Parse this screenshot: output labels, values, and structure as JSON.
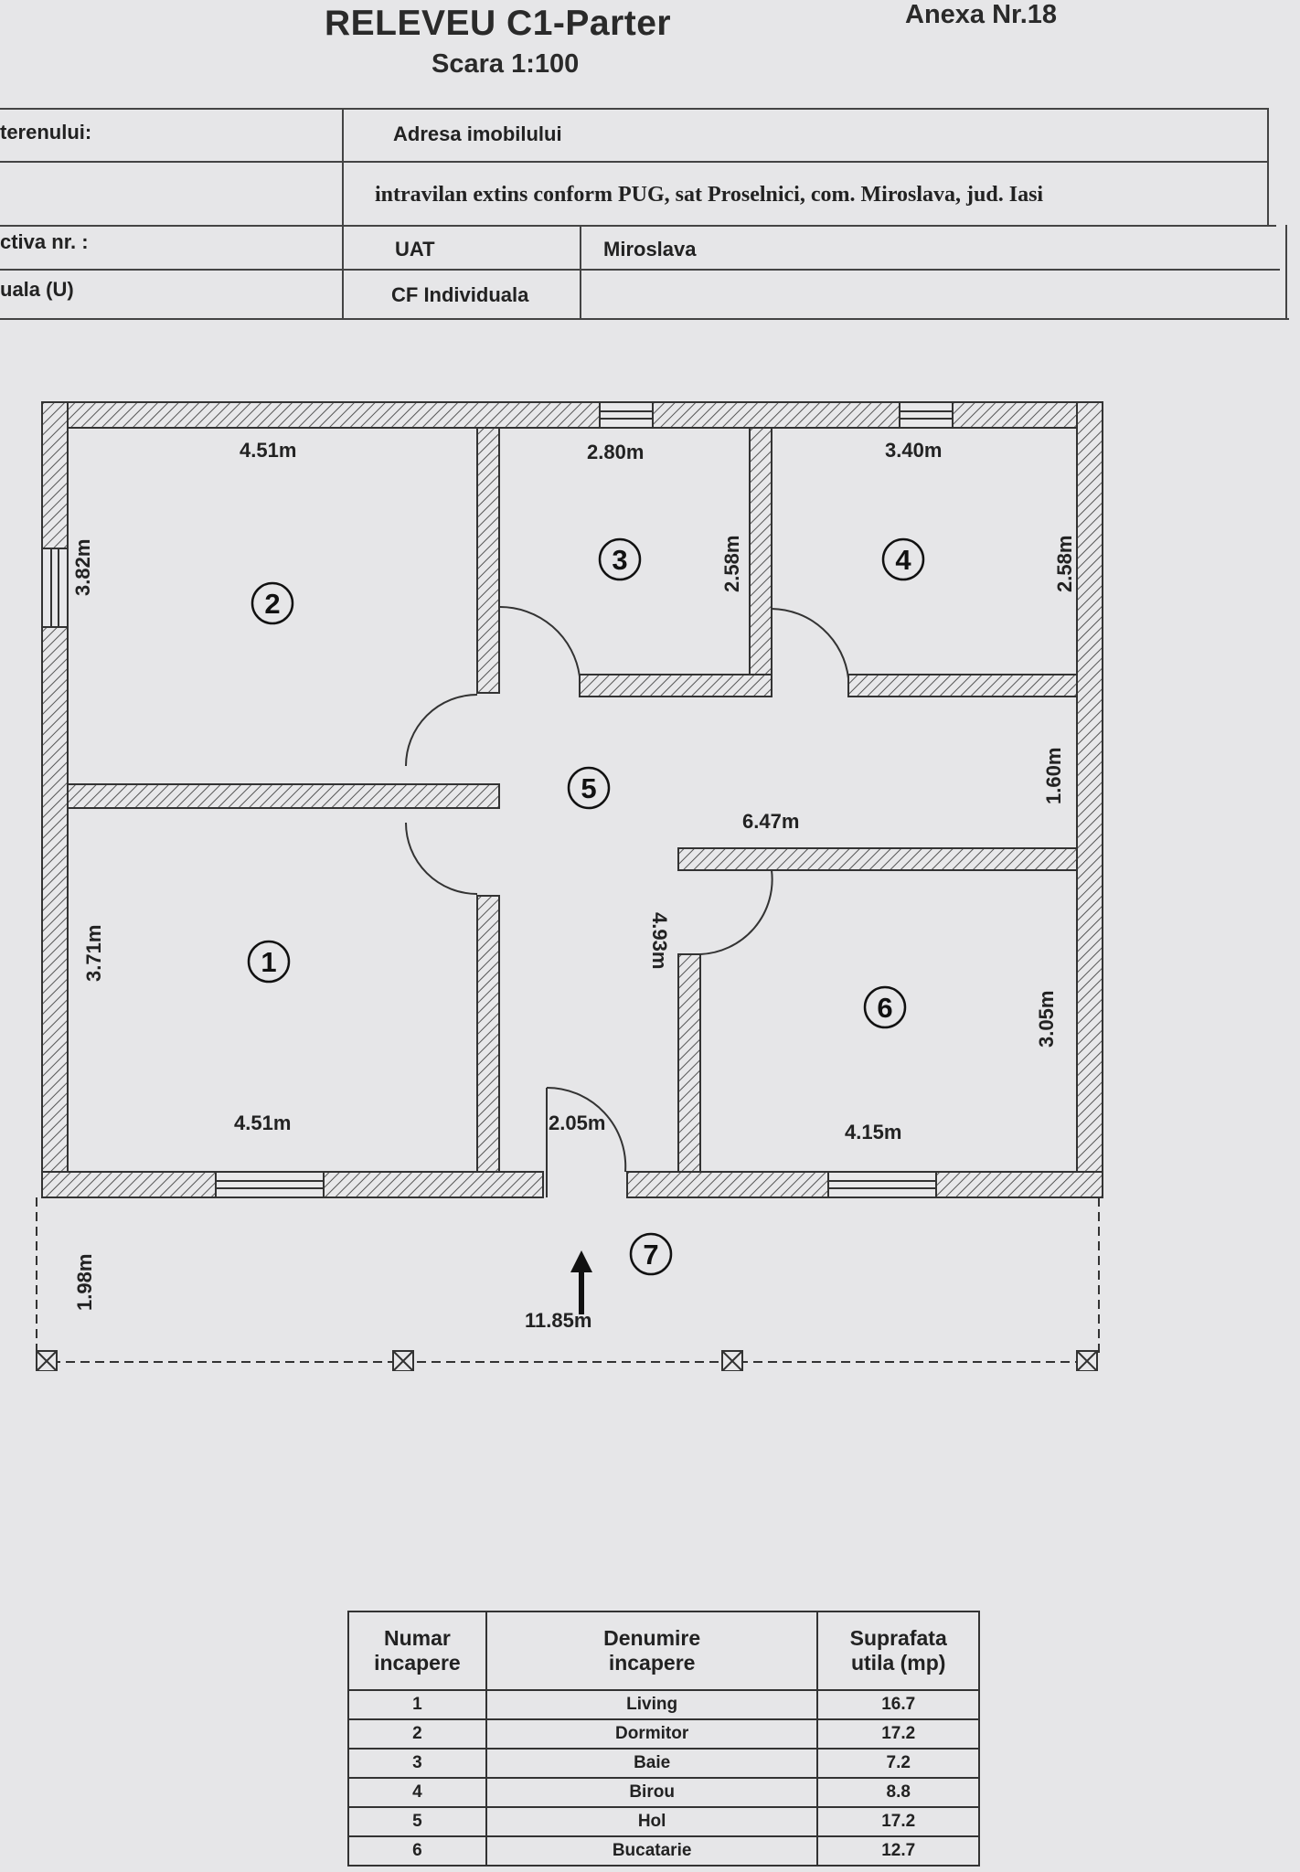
{
  "header": {
    "title": "RELEVEU  C1-Parter",
    "scale": "Scara  1:100",
    "annex": "Anexa Nr.18"
  },
  "info_table": {
    "row1_left": "terenului:",
    "row1_right": "Adresa imobilului",
    "address": "intravilan extins conform PUG, sat Proselnici,  com. Miroslava, jud. Iasi",
    "row3_left": "ctiva nr. :",
    "row3_mid": "UAT",
    "row3_right": "Miroslava",
    "row4_left": "uala (U)",
    "row4_mid": "CF Individuala",
    "row4_right": ""
  },
  "floor_plan": {
    "dims": {
      "room2_top": "4.51m",
      "room2_side": "3.82m",
      "room3_top": "2.80m",
      "room3_side": "2.58m",
      "room4_top": "3.40m",
      "room4_side": "2.58m",
      "hall_side": "1.60m",
      "hall_width": "6.47m",
      "hall_length": "4.93m",
      "room1_side": "3.71m",
      "room1_bottom": "4.51m",
      "entry_width": "2.05m",
      "room6_side": "3.05m",
      "room6_bottom": "4.15m",
      "terrace_depth": "1.98m",
      "terrace_length": "11.85m"
    },
    "room_numbers": [
      "1",
      "2",
      "3",
      "4",
      "5",
      "6",
      "7"
    ]
  },
  "rooms_table": {
    "headers": [
      "Numar\nincapere",
      "Denumire\nincapere",
      "Suprafata\nutila (mp)"
    ],
    "rows": [
      [
        "1",
        "Living",
        "16.7"
      ],
      [
        "2",
        "Dormitor",
        "17.2"
      ],
      [
        "3",
        "Baie",
        "7.2"
      ],
      [
        "4",
        "Birou",
        "8.8"
      ],
      [
        "5",
        "Hol",
        "17.2"
      ],
      [
        "6",
        "Bucatarie",
        "12.7"
      ]
    ]
  }
}
